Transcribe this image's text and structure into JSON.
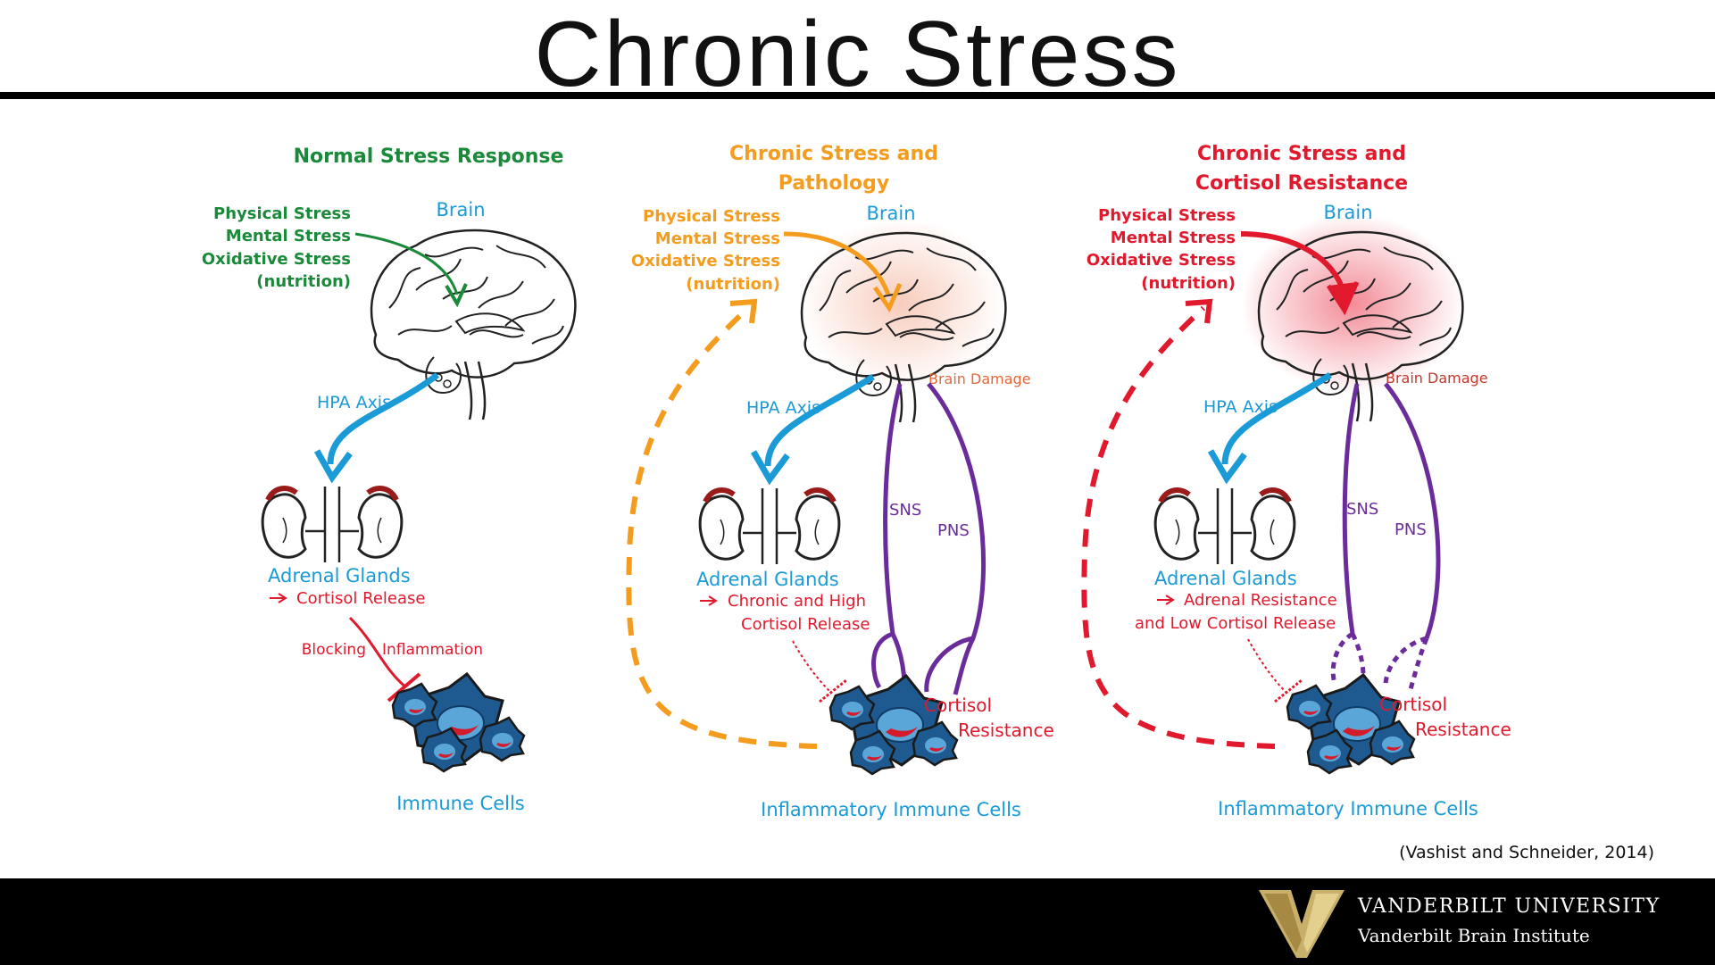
{
  "slide": {
    "title": "Chronic Stress",
    "citation": "(Vashist and Schneider, 2014)"
  },
  "footer": {
    "university": "VANDERBILT UNIVERSITY",
    "institute": "Vanderbilt Brain Institute"
  },
  "colors": {
    "green": "#1a8a3a",
    "orange": "#f39c1e",
    "red": "#e0192d",
    "blue": "#1a9ad6",
    "purple": "#6a2c9a",
    "gold": "#c8b06a"
  },
  "panels": [
    {
      "title_lines": [
        "Normal Stress Response"
      ],
      "stressors": [
        "Physical Stress",
        "Mental Stress",
        "Oxidative Stress",
        "(nutrition)"
      ],
      "brain_label": "Brain",
      "hpa_label": "HPA Axis",
      "adrenal_label": "Adrenal Glands",
      "release_lines": [
        "Cortisol Release"
      ],
      "blocking_label": "Blocking",
      "inflammation_label": "Inflammation",
      "cells_label": "Immune Cells"
    },
    {
      "title_lines": [
        "Chronic Stress and",
        "Pathology"
      ],
      "stressors": [
        "Physical Stress",
        "Mental Stress",
        "Oxidative Stress",
        "(nutrition)"
      ],
      "brain_label": "Brain",
      "damage_label": "Brain Damage",
      "hpa_label": "HPA Axis",
      "sns_label": "SNS",
      "pns_label": "PNS",
      "adrenal_label": "Adrenal Glands",
      "release_lines": [
        "Chronic and High",
        "Cortisol Release"
      ],
      "resistance_lines": [
        "Cortisol",
        "Resistance"
      ],
      "cells_label": "Inflammatory Immune Cells"
    },
    {
      "title_lines": [
        "Chronic Stress and",
        "Cortisol Resistance"
      ],
      "stressors": [
        "Physical Stress",
        "Mental Stress",
        "Oxidative Stress",
        "(nutrition)"
      ],
      "brain_label": "Brain",
      "damage_label": "Brain Damage",
      "hpa_label": "HPA Axis",
      "sns_label": "SNS",
      "pns_label": "PNS",
      "adrenal_label": "Adrenal Glands",
      "release_lines": [
        "Adrenal Resistance",
        "and Low Cortisol Release"
      ],
      "resistance_lines": [
        "Cortisol",
        "Resistance"
      ],
      "cells_label": "Inflammatory Immune Cells"
    }
  ]
}
